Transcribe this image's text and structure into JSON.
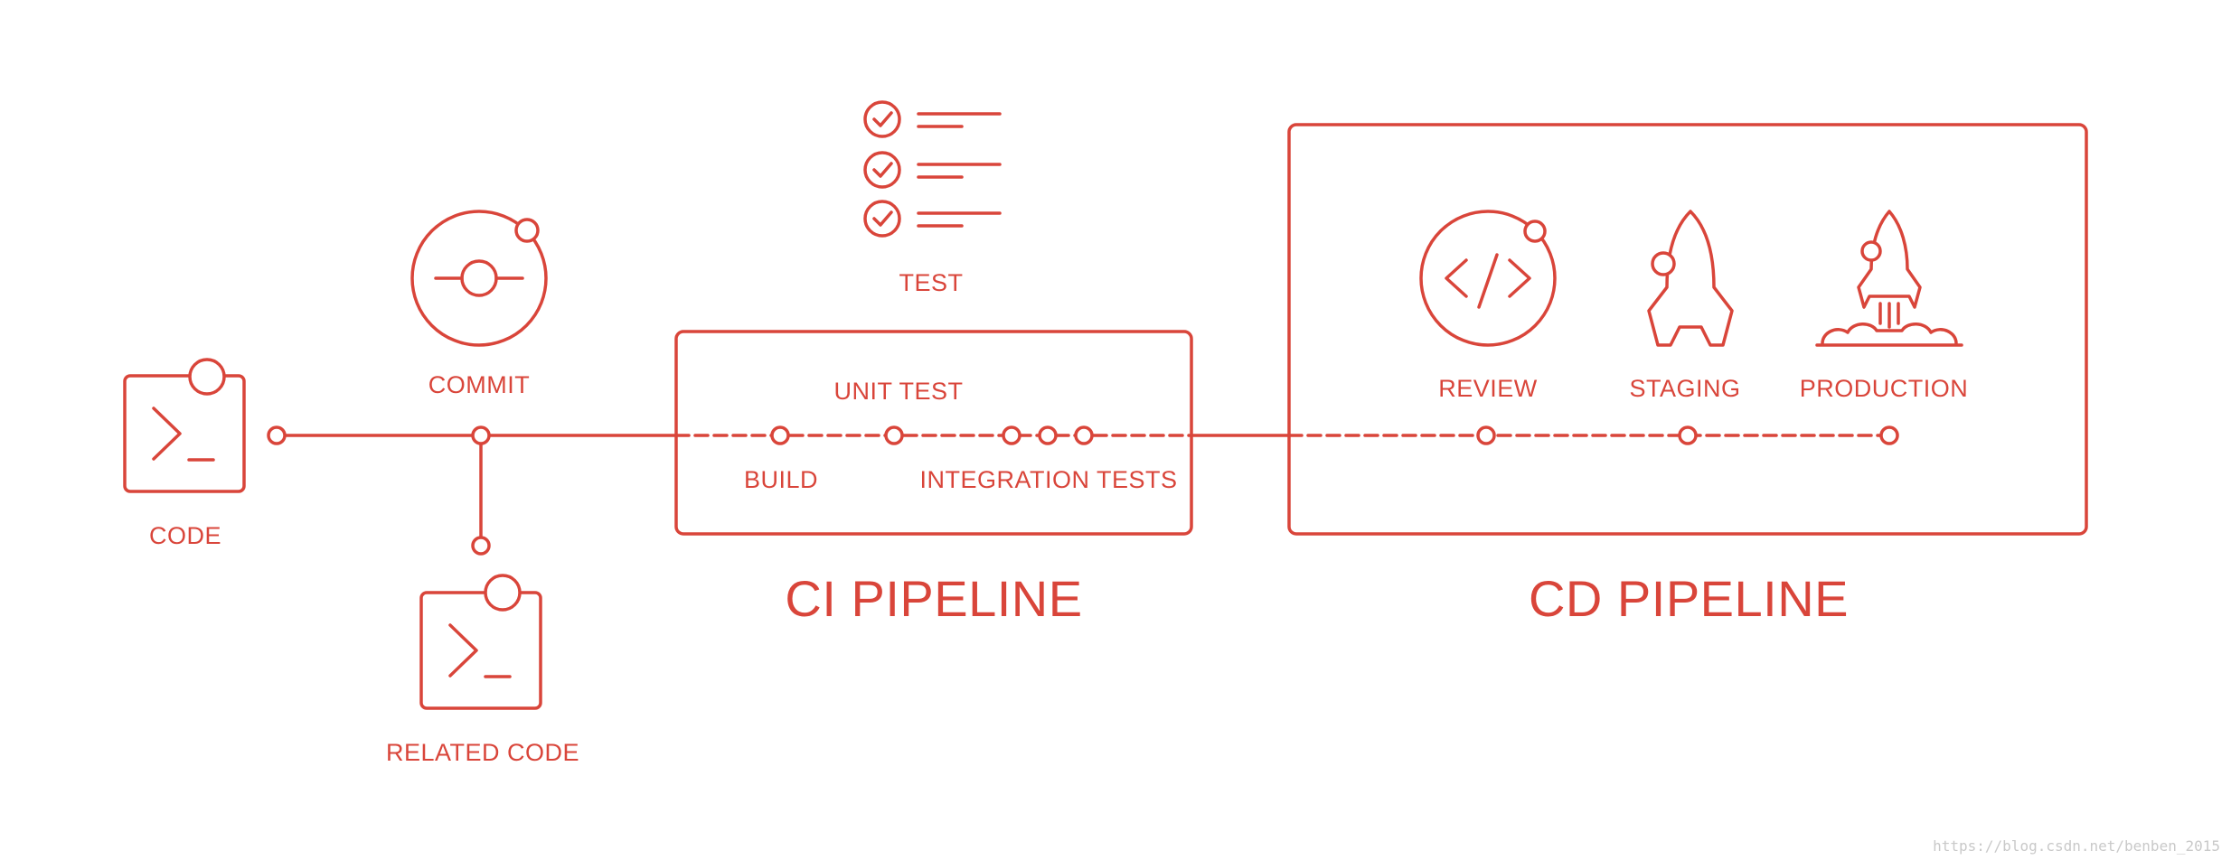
{
  "colors": {
    "accent": "#d9453a",
    "background": "#ffffff",
    "watermark": "#c9c9c9"
  },
  "labels": {
    "code": "CODE",
    "commit": "COMMIT",
    "related_code": "RELATED CODE",
    "test": "TEST",
    "unit_test": "UNIT TEST",
    "build": "BUILD",
    "integration_tests": "INTEGRATION TESTS",
    "review": "REVIEW",
    "staging": "STAGING",
    "production": "PRODUCTION"
  },
  "groups": {
    "ci_title": "CI PIPELINE",
    "cd_title": "CD PIPELINE"
  },
  "icons": {
    "code": "terminal-icon",
    "related_code": "terminal-icon",
    "commit": "commit-icon",
    "test": "checklist-icon",
    "review": "code-review-icon",
    "staging": "rocket-icon",
    "production": "rocket-launch-icon"
  },
  "watermark": "https://blog.csdn.net/benben_2015"
}
